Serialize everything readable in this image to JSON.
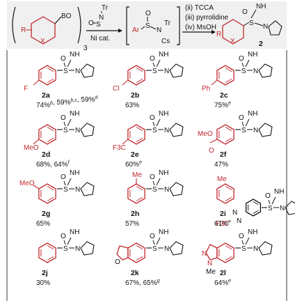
{
  "header": {
    "reactant_r": "R",
    "reactant_x": "X",
    "reactant_bo": "BO",
    "reactant_sub3": "3",
    "reagent_s": "S",
    "reagent_o": "O",
    "reagent_n": "N",
    "reagent_tr": "Tr",
    "catalyst": "Ni cat.",
    "int_ar": "Ar",
    "int_s": "S",
    "int_o": "O",
    "int_n": "N",
    "int_tr": "Tr",
    "int_cs": "Cs",
    "step2": "(ii) TCCA",
    "step3": "(iii) pyrrolidine",
    "step4": "(iv) MsOH",
    "product_nh": "NH",
    "product_o": "O",
    "product_s": "S",
    "product_n": "N",
    "product_r": "R",
    "product_x": "X",
    "product_id": "2"
  },
  "compounds": [
    {
      "id": "2a",
      "sub": "F",
      "yield": "74%",
      "yield_sup": "b",
      "yield_extra": ", 59%",
      "extra_sup": "b,c",
      "yield_extra2": ", 59%",
      "extra2_sup": "d"
    },
    {
      "id": "2b",
      "sub": "Cl",
      "yield": "63%"
    },
    {
      "id": "2c",
      "sub": "Ph",
      "yield": "75%",
      "yield_sup": "e"
    },
    {
      "id": "2d",
      "sub": "MeO",
      "yield": "68%, 64%",
      "yield_sup": "f"
    },
    {
      "id": "2e",
      "sub": "F3C",
      "yield": "60%",
      "yield_sup": "e"
    },
    {
      "id": "2f",
      "sub": "MeO",
      "sub2": "O",
      "yield": "47%"
    },
    {
      "id": "2g",
      "sub": "MeO",
      "yield": "65%"
    },
    {
      "id": "2h",
      "sub": "Me",
      "yield": "57%"
    },
    {
      "id": "2i",
      "sub": "Me",
      "sub2": "F3C",
      "sub3": "N",
      "sub4": "N",
      "yield": "61%",
      "yield_sup": "e"
    },
    {
      "id": "2j",
      "yield": "30%"
    },
    {
      "id": "2k",
      "sub": "O",
      "yield": "67%, 65%",
      "yield_sup": "g"
    },
    {
      "id": "2l",
      "sub": "N",
      "sub2": "N",
      "sub3": "Me",
      "yield": "64%",
      "yield_sup": "e"
    }
  ],
  "common": {
    "nh": "NH",
    "o": "O",
    "s": "S",
    "n": "N"
  },
  "colors": {
    "highlight": "#c1272d",
    "header_bg": "#f0f0f0",
    "text": "#111111"
  }
}
